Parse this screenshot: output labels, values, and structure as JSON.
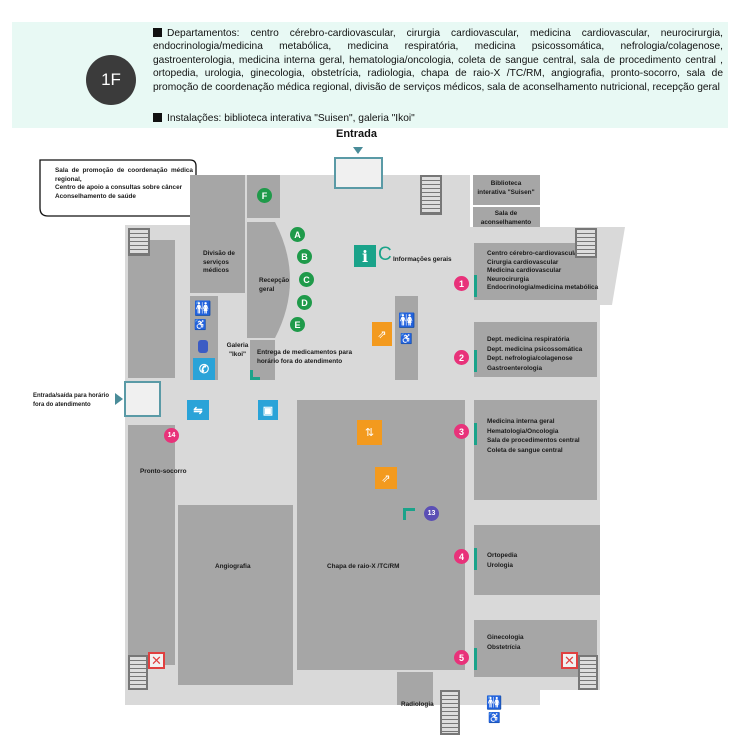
{
  "header": {
    "floor": "1F",
    "departments": "Departamentos: centro cérebro-cardiovascular, cirurgia cardiovascular, medicina cardiovascular, neurocirurgia, endocrinologia/medicina metabólica, medicina respiratória, medicina psicossomática, nefrologia/colagenose, gastroenterologia, medicina interna geral, hematologia/oncologia, coleta de sangue central, sala de procedimento central , ortopedia, urologia, ginecologia, obstetrícia, radiologia, chapa de raio-X /TC/RM, angiografia, pronto-socorro, sala de promoção de coordenação médica regional, divisão de serviços médicos, sala de aconselhamento nutricional, recepção geral",
    "facilities": "Instalações: biblioteca interativa \"Suisen\", galeria \"Ikoi\""
  },
  "map": {
    "entrance": "Entrada",
    "callout": [
      "Sala de promoção de coordenação médica regional,",
      "Centro de apoio a consultas sobre câncer",
      "Aconselhamento de saúde"
    ],
    "medical_services": "Divisão de serviços médicos",
    "reception": "Recepção geral",
    "reception_counters": [
      "A",
      "B",
      "C",
      "D",
      "E",
      "F"
    ],
    "info": "Informações gerais",
    "info_counter": "C",
    "gallery": "Galeria \"Ikoi\"",
    "medicine_pickup": "Entrega de medicamentos para horário fora do atendimento",
    "library": "Biblioteca interativa \"Suisen\"",
    "counseling": "Sala de aconselhamento",
    "after_hours_entrance": "Entrada/saída para horário fora do atendimento",
    "emergency": "Pronto-socorro",
    "angiography": "Angiografia",
    "xray": "Chapa de raio-X /TC/RM",
    "radiology": "Radiologia",
    "blocks": [
      {
        "num": "1",
        "items": [
          "Centro cérebro-cardiovascular",
          "Cirurgia cardiovascular",
          "Medicina cardiovascular",
          "Neurocirurgia",
          "Endocrinologia/medicina metabólica"
        ]
      },
      {
        "num": "2",
        "items": [
          "Dept. medicina respiratória",
          "Dept. medicina psicossomática",
          "Dept. nefrologia/colagenose",
          "Gastroenterologia"
        ]
      },
      {
        "num": "3",
        "items": [
          "Medicina interna geral",
          "Hematologia/Oncologia",
          "Sala de procedimentos central",
          "Coleta de sangue central"
        ]
      },
      {
        "num": "4",
        "items": [
          "Ortopedia",
          "Urologia"
        ]
      },
      {
        "num": "5",
        "items": [
          "Ginecologia",
          "Obstetrícia"
        ]
      }
    ],
    "marker_13": "13",
    "marker_14": "14",
    "colors": {
      "floor": "#d9d9d9",
      "room": "#a6a6a6",
      "green": "#1f9a4a",
      "pink": "#e8327a",
      "teal": "#1aa38a",
      "orange": "#f39a1e"
    }
  }
}
